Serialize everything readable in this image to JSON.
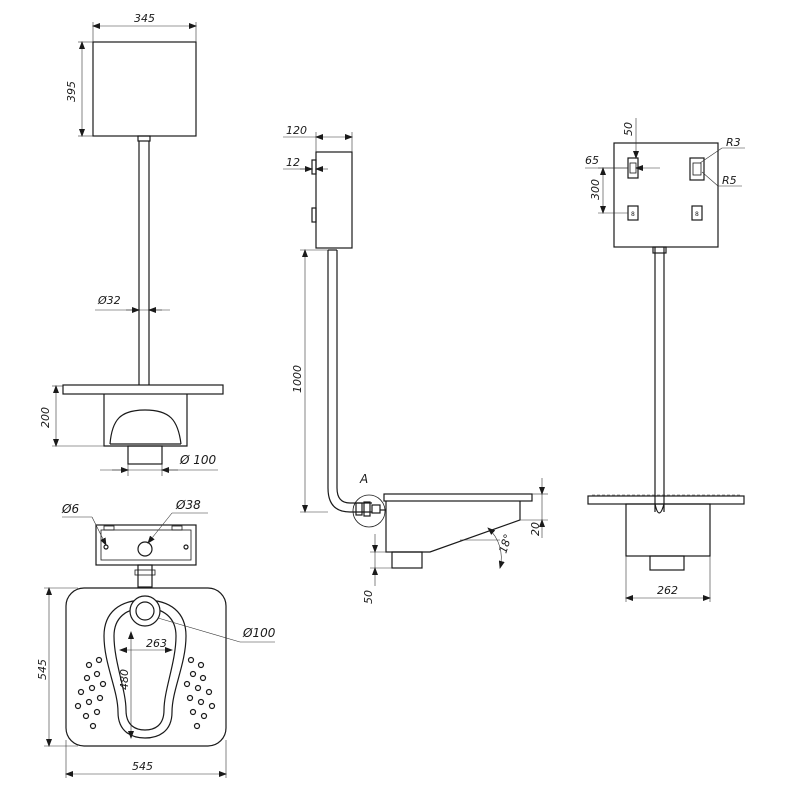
{
  "dimensions": {
    "top_view": {
      "tank_width": "345",
      "tank_height": "395",
      "pipe_diameter": "Ø32",
      "pan_height": "200",
      "outlet_diameter": "Ø 100"
    },
    "side_view": {
      "tank_depth": "120",
      "bracket_offset": "12",
      "pipe_height": "1000",
      "detail_label": "A",
      "rim_height": "20",
      "slope_angle": "18°",
      "outlet_drop": "50"
    },
    "rear_view": {
      "slot_top_offset": "50",
      "slot_side_offset": "65",
      "slot_spacing": "300",
      "radius_small": "R3",
      "radius_large": "R5",
      "pan_width": "262"
    },
    "plan_view": {
      "screw_hole": "Ø6",
      "flush_hole": "Ø38",
      "bowl_diameter": "Ø100",
      "bowl_width": "263",
      "bowl_length": "480",
      "plate_width": "545",
      "plate_depth": "545"
    }
  }
}
